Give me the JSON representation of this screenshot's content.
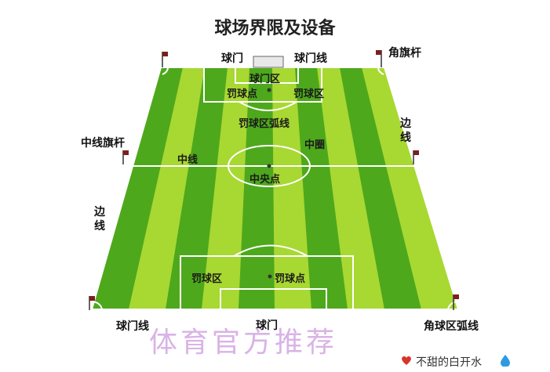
{
  "title": "球场界限及设备",
  "labels": {
    "goal_top": "球门",
    "goal_line_top": "球门线",
    "corner_flag": "角旗杆",
    "goal_area": "球门区",
    "penalty_spot_top": "罚球点",
    "penalty_area_top": "罚球区",
    "penalty_arc": "罚球区弧线",
    "touchline_right": "边线",
    "halfway_flag": "中线旗杆",
    "center_circle": "中圈",
    "halfway_line": "中线",
    "center_spot": "中央点",
    "touchline_left": "边线",
    "penalty_area_bottom": "罚球区",
    "penalty_spot_bottom": "罚球点",
    "goal_line_bottom": "球门线",
    "goal_bottom": "球门",
    "corner_arc": "角球区弧线"
  },
  "watermark": "体育官方推荐",
  "brand": "不甜的白开水",
  "colors": {
    "grass_light": "#a8d832",
    "grass_dark": "#4ea81c",
    "lines": "#ffffff",
    "flag": "#7a1f1f"
  },
  "icons": {
    "flag": "flag-icon",
    "heart": "heart-icon",
    "droplet": "droplet-icon"
  }
}
